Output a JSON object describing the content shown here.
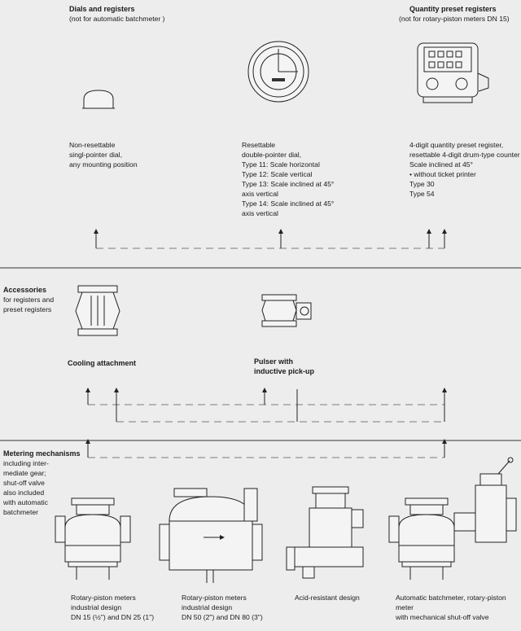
{
  "sections": {
    "dials": {
      "heading": "Dials and registers",
      "subheading": "(not for automatic batchmeter )",
      "item1": "Non-resettable\nsingl-pointer dial,\nany mounting position",
      "item2": "Resettable\ndouble-pointer dial,\nType 11: Scale horizontal\nType 12: Scale vertical\nType 13: Scale inclined at 45°\n           axis vertical\nType 14: Scale inclined at 45°\n           axis vertical"
    },
    "preset": {
      "heading": "Quantity preset registers",
      "subheading": "(not for rotary-piston meters DN 15)",
      "description": "4-digit quantity preset register,\nresettable 4-digit drum-type counter\nScale inclined at 45°\n• without ticket printer\n   Type 30\n   Type 54"
    },
    "accessories": {
      "heading": "Accessories",
      "subheading": "for registers and\npreset registers",
      "cooling": "Cooling attachment",
      "pulser": "Pulser with\ninductive pick-up"
    },
    "metering": {
      "heading": "Metering mechanisms",
      "subheading": "including inter-\nmediate gear;\nshut-off valve\nalso included\nwith automatic\nbatchmeter",
      "m1": "Rotary-piston meters\nindustrial design\nDN 15 (½\") and DN 25 (1\")",
      "m2": "Rotary-piston meters\nindustrial design\nDN 50 (2\") and DN 80 (3\")",
      "m3": "Acid-resistant design",
      "m4": "Automatic batchmeter, rotary-piston meter\nwith mechanical shut-off valve"
    }
  }
}
